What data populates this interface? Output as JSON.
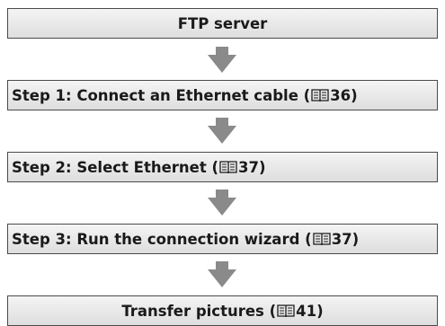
{
  "diagram": {
    "title": "FTP server",
    "steps": [
      {
        "prefix": "Step 1: Connect an Ethernet cable (",
        "page": "36",
        "suffix": ")"
      },
      {
        "prefix": "Step 2: Select Ethernet (",
        "page": "37",
        "suffix": ")"
      },
      {
        "prefix": "Step 3: Run the connection wizard (",
        "page": "37",
        "suffix": ")"
      }
    ],
    "final": {
      "prefix": "Transfer pictures (",
      "page": "41",
      "suffix": ")"
    },
    "arrow_color": "#8a8a8a",
    "book_icon": "book-reference-icon"
  }
}
